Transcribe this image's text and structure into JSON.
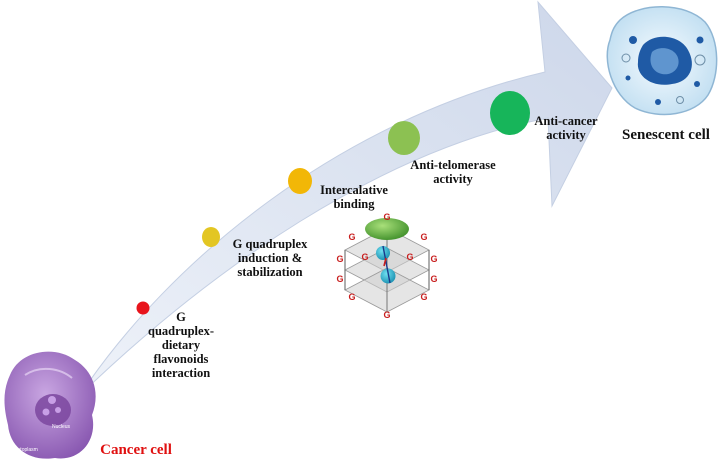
{
  "start": {
    "label": "Cancer cell",
    "label_color": "#e01010",
    "inner_labels": {
      "nucleus": "Nucleus",
      "cytoplasm": "Cytoplasm"
    }
  },
  "end": {
    "label": "Senescent cell"
  },
  "stages": [
    {
      "label": "G\nquadruplex-\ndietary\nflavonoids\ninteraction",
      "color": "#e8141c"
    },
    {
      "label": "G quadruplex\ninduction &\nstabilization",
      "color": "#e3c623"
    },
    {
      "label": "Intercalative\nbinding",
      "color": "#f2b707"
    },
    {
      "label": "Anti-telomerase\nactivity",
      "color": "#8cc152"
    },
    {
      "label": "Anti-cancer\nactivity",
      "color": "#17b55a"
    }
  ],
  "g_quadruplex_letters": [
    "G",
    "G",
    "G",
    "G",
    "G",
    "G",
    "G",
    "G",
    "G",
    "G",
    "G",
    "G"
  ],
  "colors": {
    "arrow": "#d3dcec",
    "arrow_edge": "#c4cfe3",
    "cell": "#9b6bbf",
    "senescent_cell": "#dfeef8",
    "nucleus_blue": "#1f5aa5"
  }
}
